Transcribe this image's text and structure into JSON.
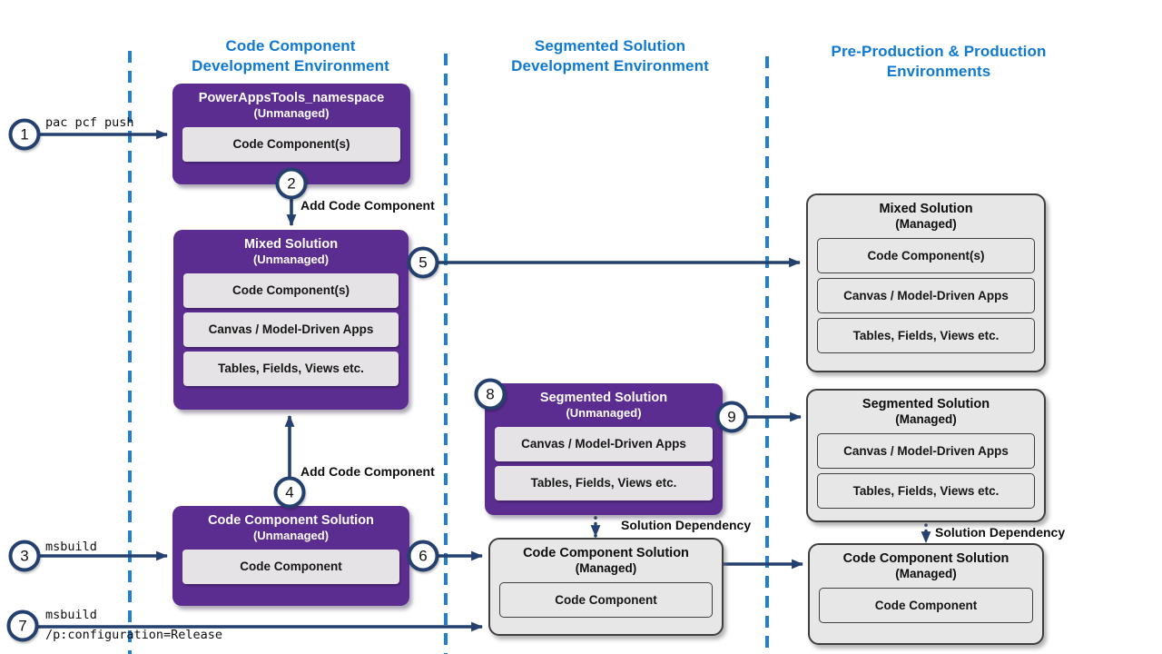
{
  "columns": [
    {
      "title": "Code Component\nDevelopment Environment"
    },
    {
      "title": "Segmented Solution\nDevelopment Environment"
    },
    {
      "title": "Pre-Production & Production\nEnvironments"
    }
  ],
  "boxes": {
    "powerapps_tools": {
      "title": "PowerAppsTools_namespace",
      "subtitle": "(Unmanaged)",
      "rows": [
        "Code Component(s)"
      ]
    },
    "mixed_unmanaged": {
      "title": "Mixed Solution",
      "subtitle": "(Unmanaged)",
      "rows": [
        "Code Component(s)",
        "Canvas / Model-Driven Apps",
        "Tables, Fields, Views etc."
      ]
    },
    "code_component_unmanaged": {
      "title": "Code Component Solution",
      "subtitle": "(Unmanaged)",
      "rows": [
        "Code Component"
      ]
    },
    "segmented_unmanaged": {
      "title": "Segmented Solution",
      "subtitle": "(Unmanaged)",
      "rows": [
        "Canvas / Model-Driven Apps",
        "Tables, Fields, Views etc."
      ]
    },
    "code_component_managed_mid": {
      "title": "Code Component Solution",
      "subtitle": "(Managed)",
      "rows": [
        "Code Component"
      ]
    },
    "mixed_managed": {
      "title": "Mixed Solution",
      "subtitle": "(Managed)",
      "rows": [
        "Code Component(s)",
        "Canvas / Model-Driven Apps",
        "Tables, Fields, Views etc."
      ]
    },
    "segmented_managed": {
      "title": "Segmented Solution",
      "subtitle": "(Managed)",
      "rows": [
        "Canvas / Model-Driven Apps",
        "Tables, Fields, Views etc."
      ]
    },
    "code_component_managed_right": {
      "title": "Code Component Solution",
      "subtitle": "(Managed)",
      "rows": [
        "Code Component"
      ]
    }
  },
  "steps": [
    "1",
    "2",
    "3",
    "4",
    "5",
    "6",
    "7",
    "8",
    "9"
  ],
  "labels": {
    "pac_pcf_push": "pac pcf push",
    "msbuild": "msbuild",
    "msbuild_release_line1": "msbuild",
    "msbuild_release_line2": "/p:configuration=Release",
    "add_code_component_top": "Add Code Component",
    "add_code_component_bottom": "Add Code Component",
    "solution_dependency_mid": "Solution Dependency",
    "solution_dependency_right": "Solution Dependency"
  },
  "colors": {
    "purple": "#5c2d91",
    "navy_arrow": "#24406e",
    "header_blue": "#0f79d2",
    "lane_divider_blue": "#1f7fd6",
    "managed_gray": "#e8e7e8"
  }
}
